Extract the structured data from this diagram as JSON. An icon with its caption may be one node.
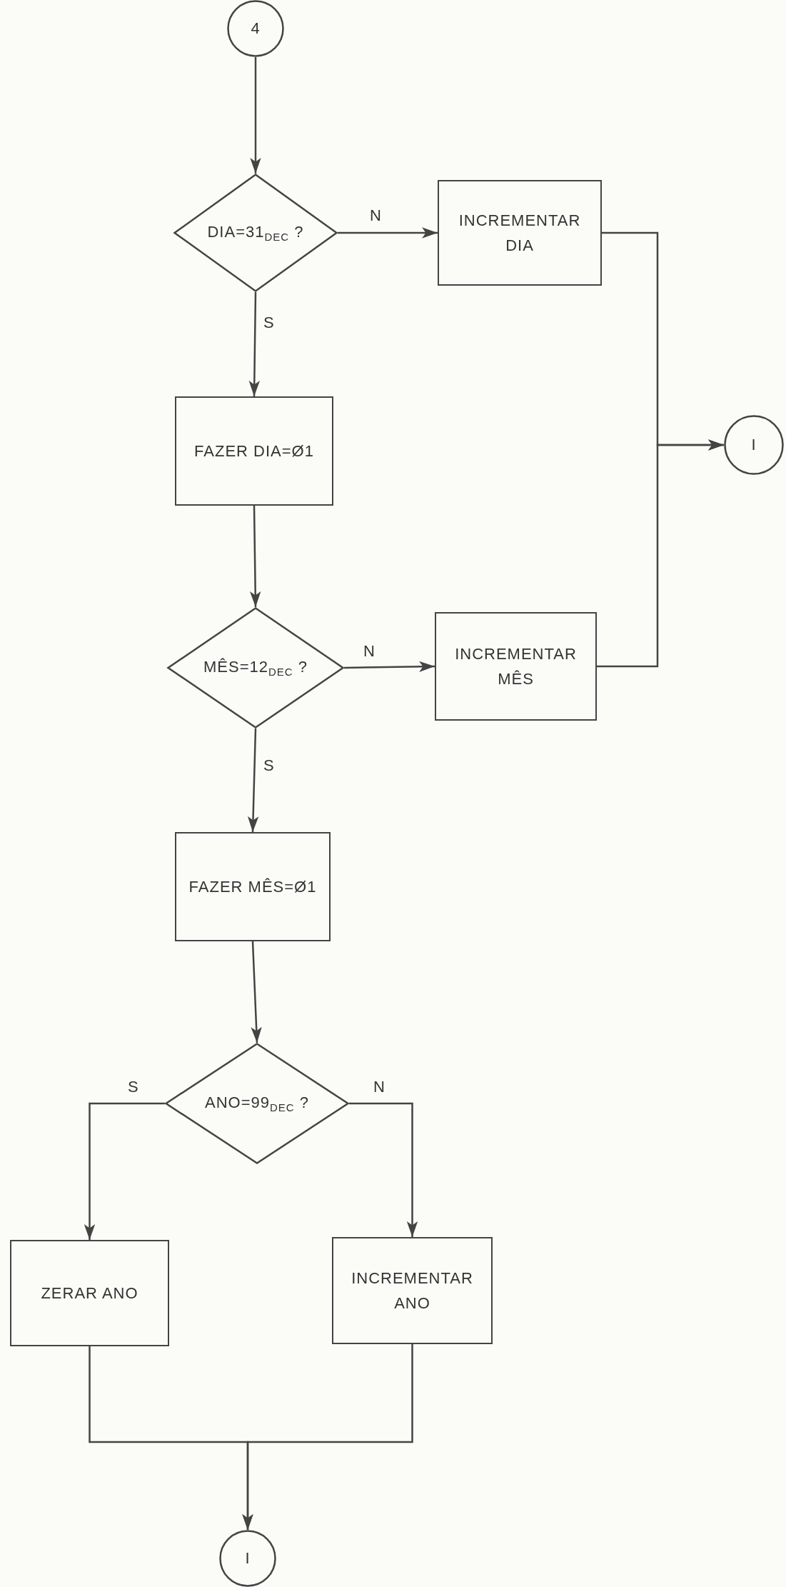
{
  "diagram": {
    "nodes": [
      {
        "text": [
          "4"
        ]
      },
      {
        "text": [
          "DIA=31$_{DEC}$ ?"
        ]
      },
      {
        "text": [
          "INCREMENTAR DIA"
        ]
      },
      {
        "text": [
          "FAZER DIA=Ø1"
        ]
      },
      {
        "text": [
          "MÊS=12$_{DEC}$ ?"
        ]
      },
      {
        "text": [
          "INCREMENTAR MÊS"
        ]
      },
      {
        "text": [
          "FAZER MÊS=Ø1"
        ]
      },
      {
        "text": [
          "ANO=99$_{DEC}$ ?"
        ]
      },
      {
        "text": [
          "ZERAR ANO"
        ]
      },
      {
        "text": [
          "INCREMENTAR ANO"
        ]
      },
      {
        "text": [
          "I"
        ]
      },
      {
        "text": [
          "I"
        ]
      }
    ],
    "edges": [
      {
        "from": 0,
        "to": 1,
        "arrow": "to"
      },
      {
        "from": 1,
        "to": 2,
        "arrow": "to",
        "label": "N"
      },
      {
        "from": 1,
        "to": 3,
        "arrow": "to",
        "label": "S"
      },
      {
        "from": 2,
        "to": 10,
        "arrow": "to"
      },
      {
        "from": 3,
        "to": 4,
        "arrow": "to"
      },
      {
        "from": 4,
        "to": 5,
        "arrow": "to",
        "label": "N"
      },
      {
        "from": 4,
        "to": 6,
        "arrow": "to",
        "label": "S"
      },
      {
        "from": 5,
        "to": 10,
        "arrow": "to"
      },
      {
        "from": 6,
        "to": 7,
        "arrow": "to"
      },
      {
        "from": 7,
        "to": 8,
        "arrow": "to",
        "label": "S"
      },
      {
        "from": 7,
        "to": 9,
        "arrow": "to",
        "label": "N"
      },
      {
        "from": 8,
        "to": 11,
        "arrow": "to"
      },
      {
        "from": 9,
        "to": 11,
        "arrow": "to"
      }
    ]
  }
}
